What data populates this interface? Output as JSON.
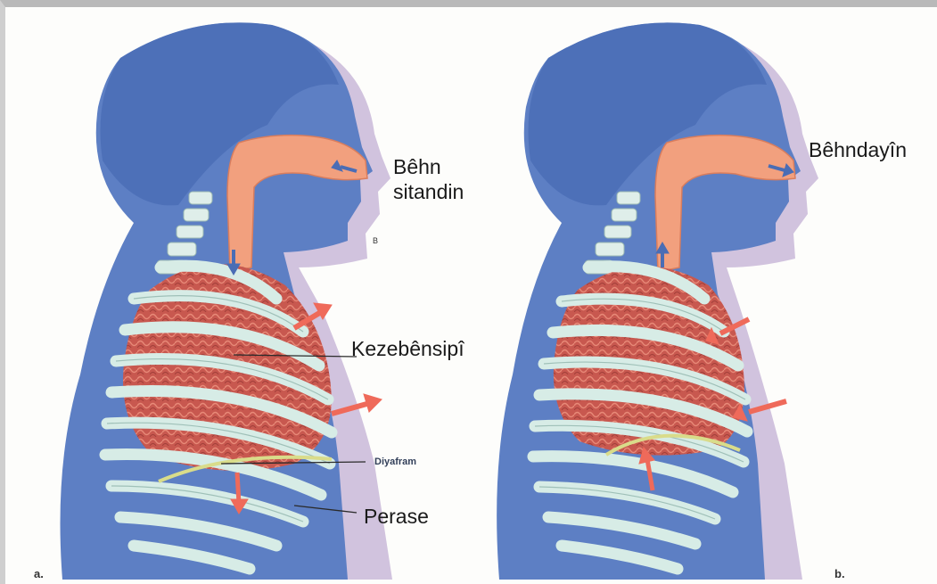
{
  "labels": {
    "inhale_line1": "Bêhn",
    "inhale_line2": "sitandin",
    "marker_b": "B",
    "lungs": "Kezebênsipî",
    "diaphragm": "Diyafram",
    "ribs": "Perase",
    "exhale": "Bêhndayîn"
  },
  "panels": {
    "a": "a.",
    "b": "b."
  },
  "colors": {
    "body": "#5d7fc4",
    "airway": "#f2a07e",
    "lungs": "#c8584f",
    "ribs": "#d7ece6",
    "arrows": "#ef6a5a",
    "shadow": "#c9b9d8"
  }
}
